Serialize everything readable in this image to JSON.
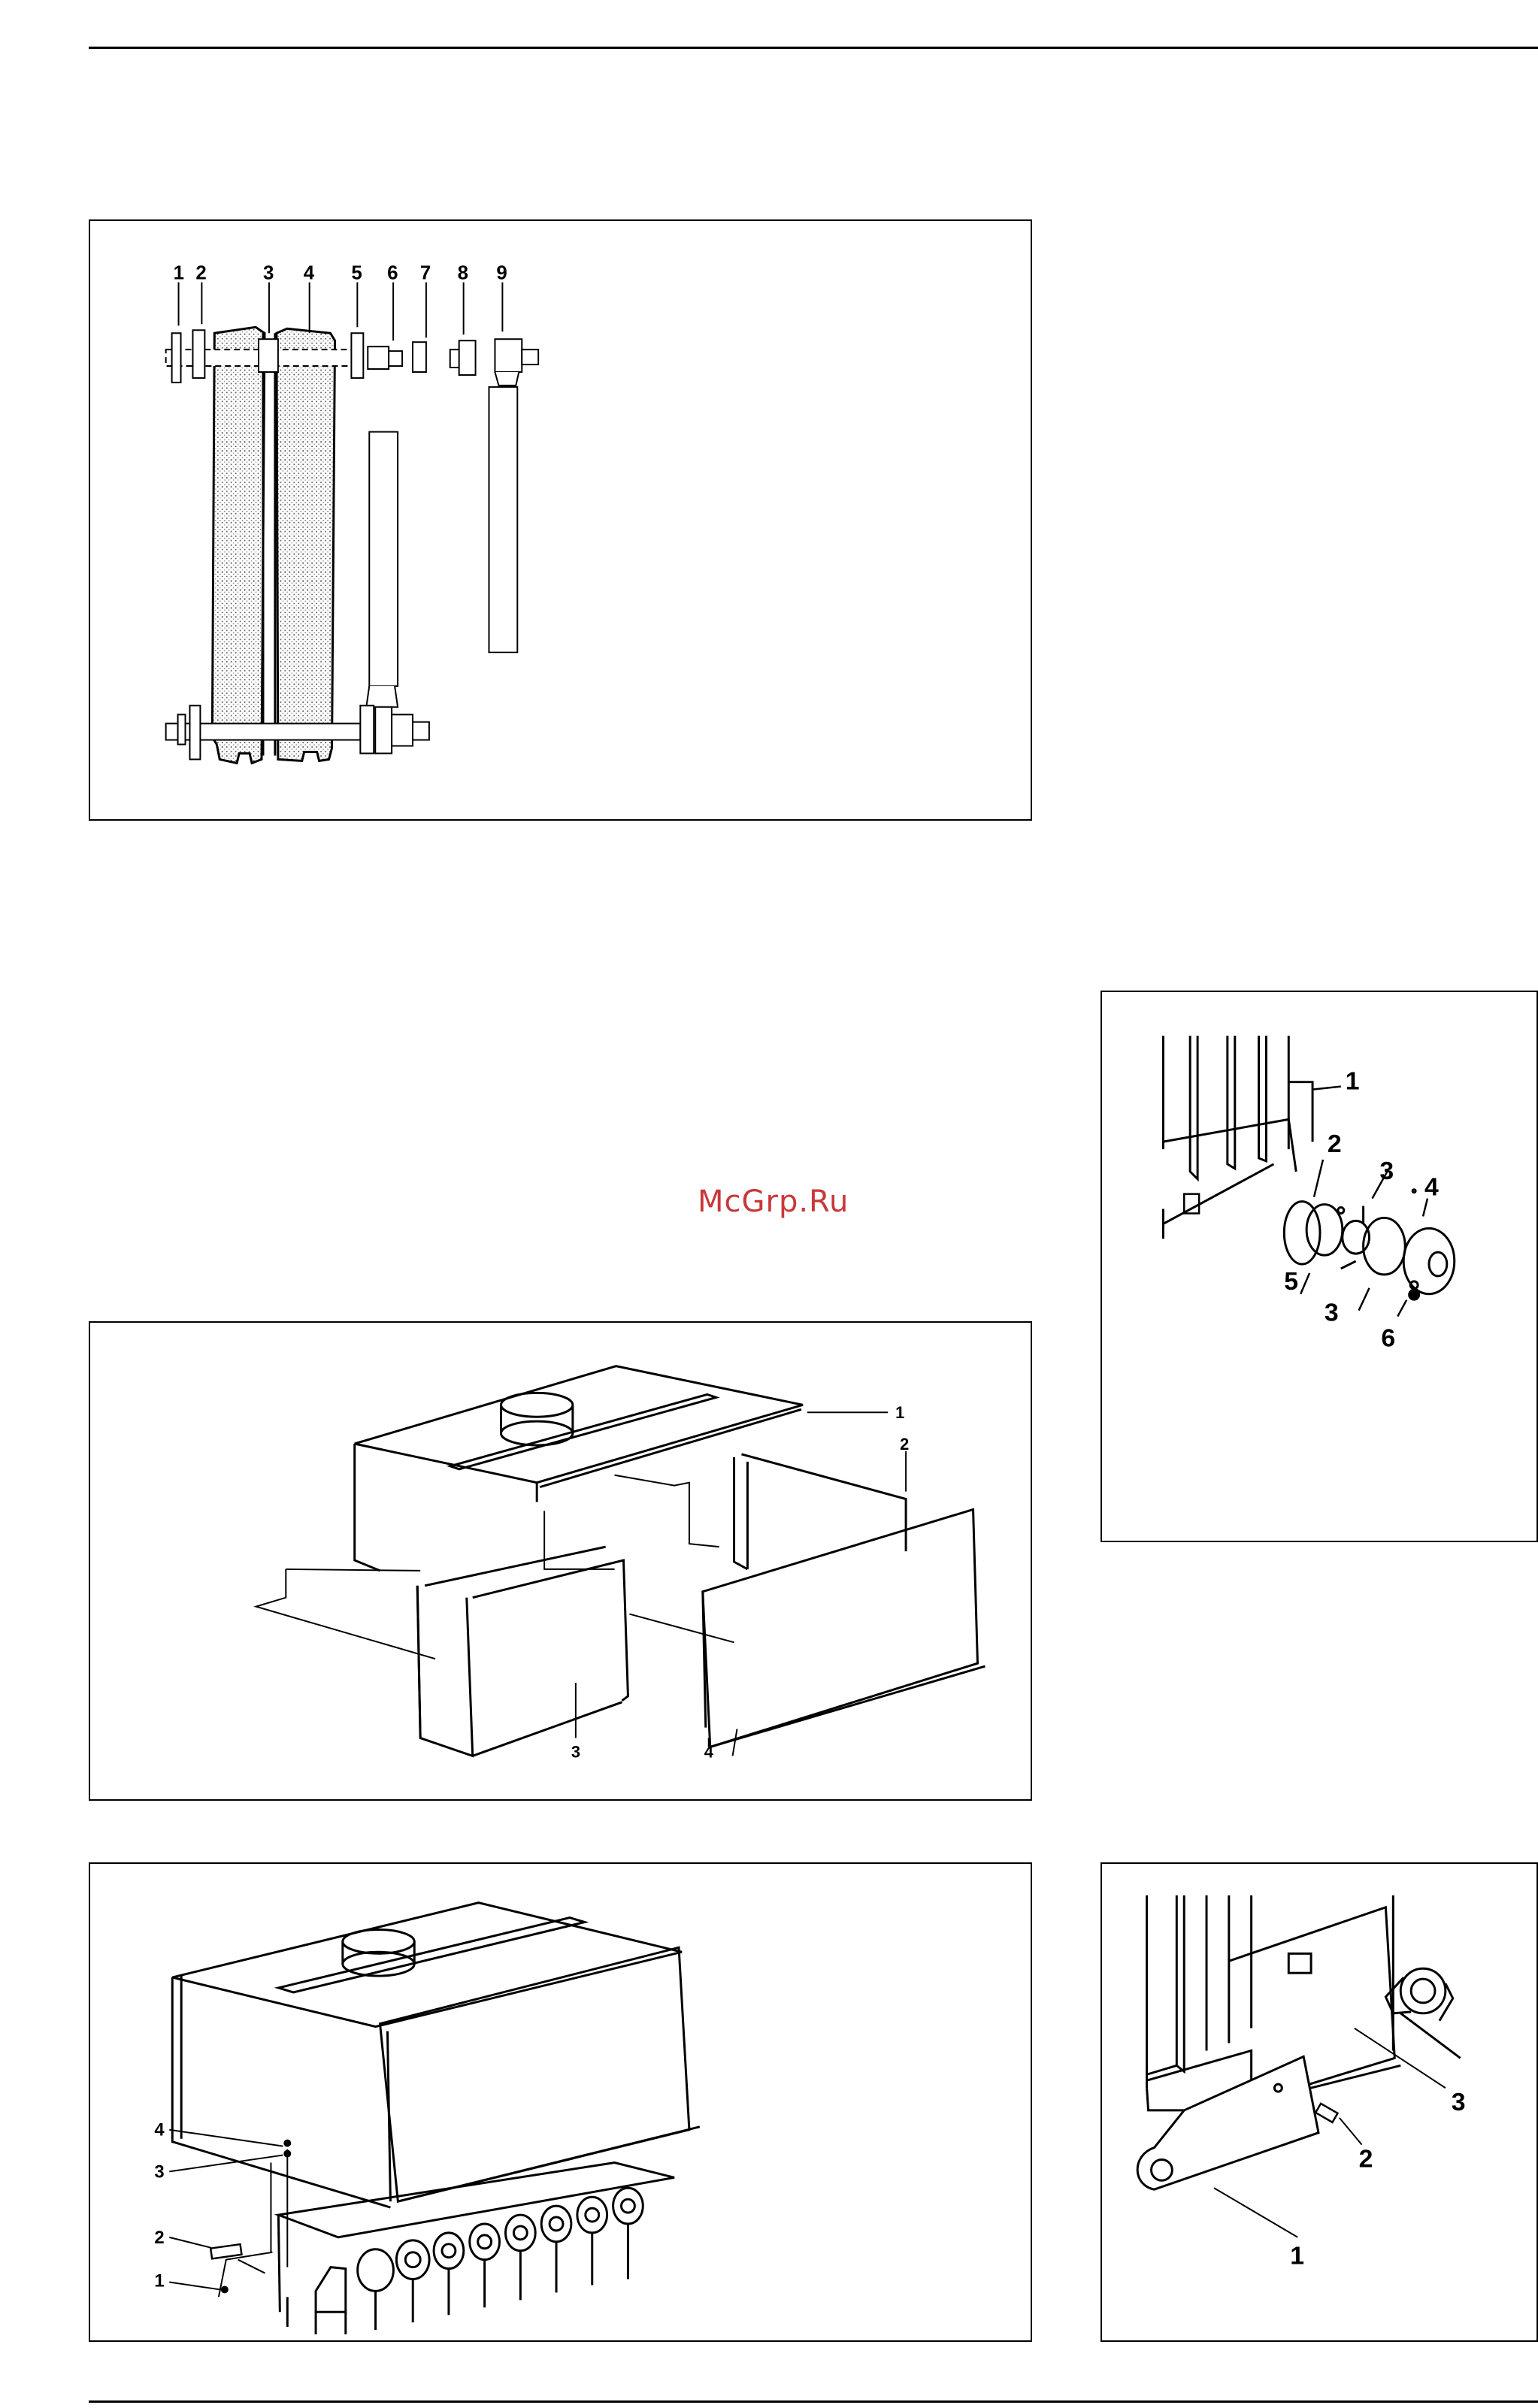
{
  "watermark": "McGrp.Ru",
  "figures": {
    "fig1": {
      "labels": [
        "1",
        "2",
        "3",
        "4",
        "5",
        "6",
        "7",
        "8",
        "9"
      ]
    },
    "fig2": {
      "labels": [
        "1",
        "2",
        "3",
        "4",
        "5",
        "3",
        "6"
      ]
    },
    "fig3": {
      "labels": [
        "1",
        "2",
        "3",
        "4"
      ]
    },
    "fig4": {
      "labels": [
        "4",
        "3",
        "2",
        "1"
      ]
    },
    "fig5": {
      "labels": [
        "3",
        "2",
        "1"
      ]
    }
  }
}
